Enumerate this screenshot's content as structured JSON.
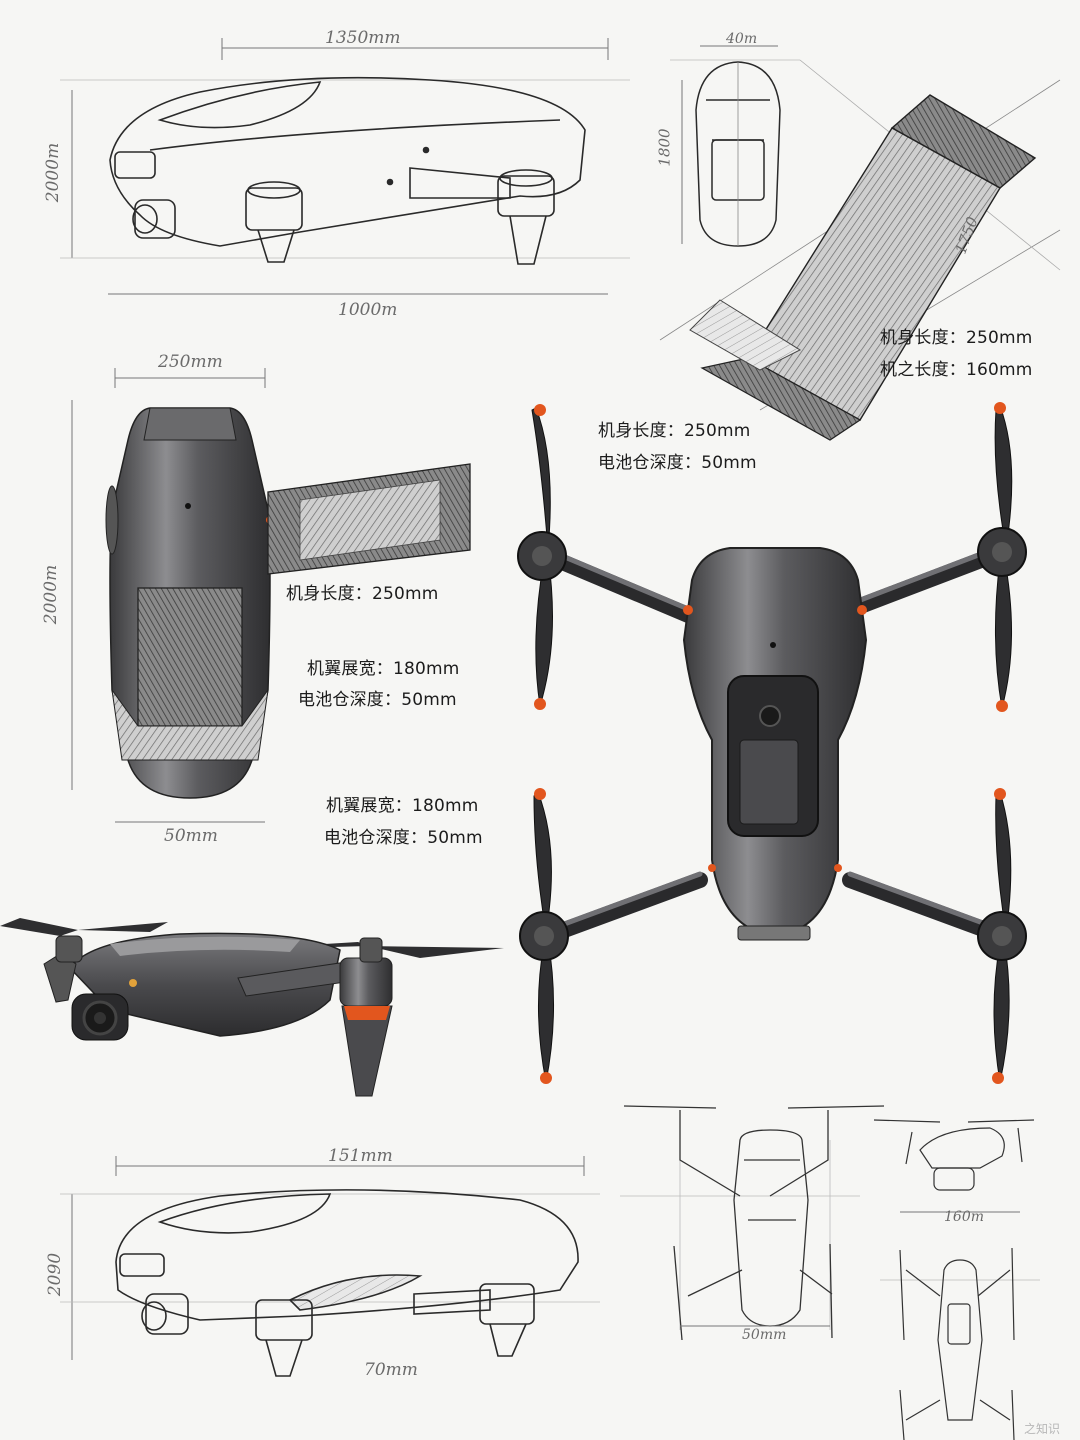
{
  "dimensions": {
    "side_top_length": "1350mm",
    "side_top_height": "2000m",
    "side_top_base": "1000m",
    "front_width": "40m",
    "front_height": "1800",
    "strip_diag": "1750",
    "top_view_width": "250mm",
    "top_view_height": "2000m",
    "top_view_bottom": "50mm",
    "bottom_side_length": "151mm",
    "bottom_side_height": "2090",
    "bottom_side_base": "70mm",
    "mini_side_width": "160m",
    "mini_top_width": "50mm"
  },
  "specs": {
    "block_a": {
      "line1": "机身长度：250mm",
      "line2": "机之长度：160mm"
    },
    "block_b": {
      "line1": "机身长度：250mm",
      "line2": "电池仓深度：50mm"
    },
    "block_c": {
      "line1": "机身长度：250mm"
    },
    "block_d": {
      "line1": "机翼展宽：180mm",
      "line2": "电池仓深度：50mm"
    },
    "block_e": {
      "line1": "机翼展宽：180mm",
      "line2": "电池仓深度：50mm"
    }
  },
  "watermark": "之知识",
  "colors": {
    "paper": "#f6f6f4",
    "line": "#2a2a2a",
    "metal_dark": "#3c3c3e",
    "metal_light": "#9a9a9c",
    "accent": "#e2561e"
  }
}
